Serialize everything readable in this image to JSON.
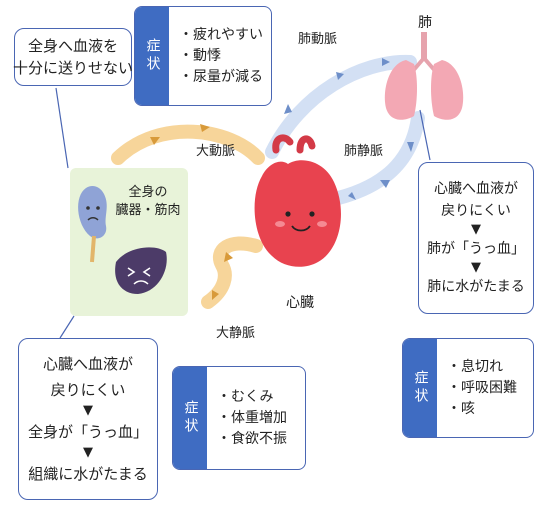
{
  "callout_body_supply": {
    "lines": [
      "全身へ血液を",
      "十分に送りせない"
    ]
  },
  "symptom_box_top": {
    "tag": "症状",
    "items": [
      "・疲れやすい",
      "・動悸",
      "・尿量が減る"
    ]
  },
  "organs_label": {
    "lines": [
      "全身の",
      "臓器・筋肉"
    ]
  },
  "vessel_labels": {
    "pulmonary_artery": "肺動脈",
    "aorta": "大動脈",
    "pulmonary_vein": "肺静脈",
    "vena_cava": "大静脈"
  },
  "heart_label": "心臓",
  "lung_label": "肺",
  "callout_lung": {
    "lines": [
      "心臓へ血液が",
      "戻りにくい",
      "▼",
      "肺が「うっ血」",
      "▼",
      "肺に水がたまる"
    ]
  },
  "symptom_box_right": {
    "tag": "症状",
    "items": [
      "・息切れ",
      "・呼吸困難",
      "・咳"
    ]
  },
  "callout_body": {
    "lines": [
      "心臓へ血液が",
      "戻りにくい",
      "▼",
      "全身が「うっ血」",
      "▼",
      "組織に水がたまる"
    ]
  },
  "symptom_box_bottom": {
    "tag": "症状",
    "items": [
      "・むくみ",
      "・体重増加",
      "・食欲不振"
    ]
  },
  "colors": {
    "accent_blue": "#3f6cc2",
    "border_blue": "#4a66b3",
    "heart_red": "#e8434f",
    "vessel_orange": "#f5c27a",
    "vessel_blue": "#cfdcf2",
    "organ_box": "#e8f3d9"
  }
}
